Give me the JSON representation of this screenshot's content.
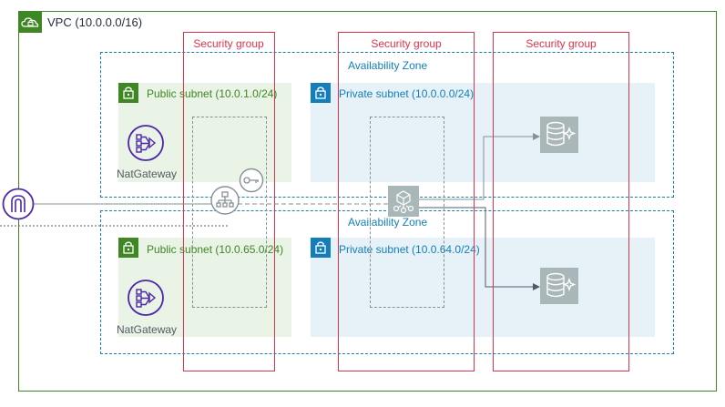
{
  "vpc": {
    "label": "VPC (10.0.0.0/16)",
    "icon": "vpc-cloud-lock-icon",
    "color": "#3f8624"
  },
  "availability_zones": [
    {
      "label": "Availability Zone"
    },
    {
      "label": "Availability Zone"
    }
  ],
  "subnets": {
    "public_a": {
      "label": "Public subnet (10.0.1.0/24)",
      "icon": "lock-icon"
    },
    "private_a": {
      "label": "Private subnet (10.0.0.0/24)",
      "icon": "lock-icon"
    },
    "public_b": {
      "label": "Public subnet (10.0.65.0/24)",
      "icon": "lock-icon"
    },
    "private_b": {
      "label": "Private subnet (10.0.64.0/24)",
      "icon": "lock-icon"
    }
  },
  "security_groups": [
    {
      "label": "Security group"
    },
    {
      "label": "Security group"
    },
    {
      "label": "Security group"
    }
  ],
  "nat_gateways": [
    {
      "label": "NatGateway",
      "icon": "nat-gateway-icon"
    },
    {
      "label": "NatGateway",
      "icon": "nat-gateway-icon"
    }
  ],
  "icons": {
    "internet_gateway": "internet-gateway-icon",
    "load_balancer": "load-balancer-icon",
    "certificate": "certificate-key-icon",
    "compute": "ec2-instance-icon",
    "database_a": "database-icon",
    "database_b": "database-icon"
  },
  "colors": {
    "public": "#3f8624",
    "private": "#147eba",
    "security_group": "#dd344c",
    "nat": "#4d27aa"
  }
}
